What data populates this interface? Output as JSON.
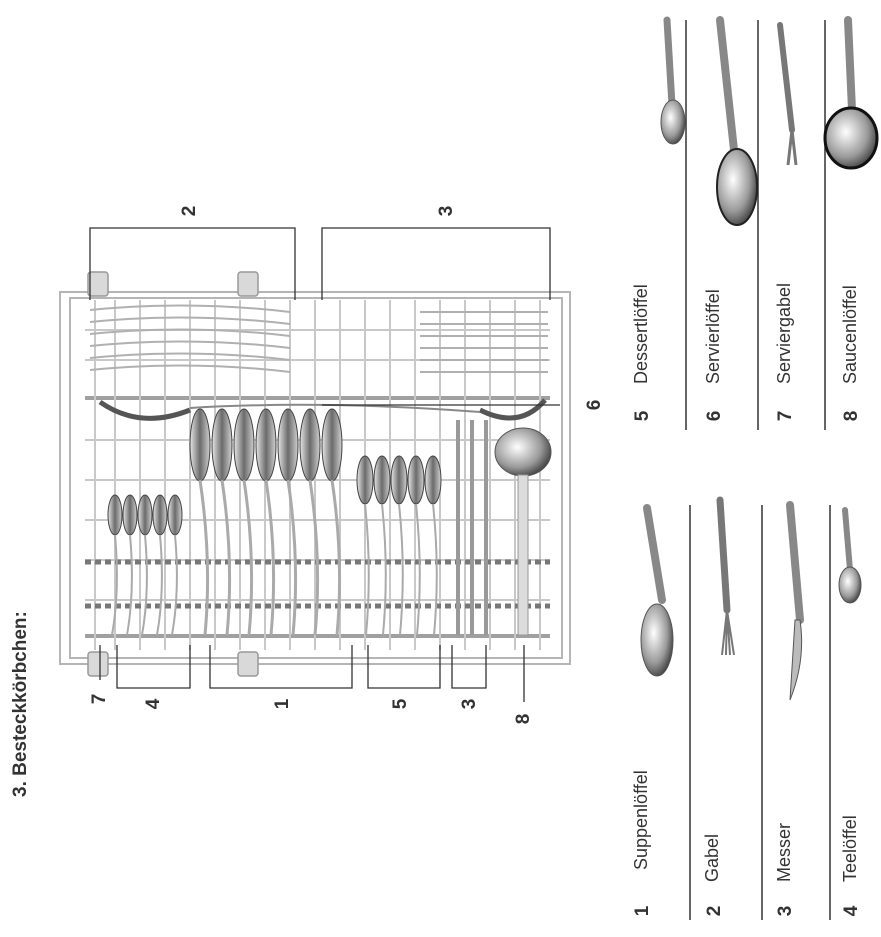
{
  "title": "3. Besteckkörbchen:",
  "callouts": {
    "c1": "1",
    "c2": "2",
    "c3": "3",
    "c3b": "3",
    "c4": "4",
    "c5": "5",
    "c6": "6",
    "c7": "7",
    "c8": "8"
  },
  "legend": [
    {
      "number": "1",
      "label": "Suppenlöffel",
      "icon": "soup-spoon-icon"
    },
    {
      "number": "2",
      "label": "Gabel",
      "icon": "fork-icon"
    },
    {
      "number": "3",
      "label": "Messer",
      "icon": "knife-icon"
    },
    {
      "number": "4",
      "label": "Teelöffel",
      "icon": "teaspoon-icon"
    },
    {
      "number": "5",
      "label": "Dessertlöffel",
      "icon": "dessert-spoon-icon"
    },
    {
      "number": "6",
      "label": "Servierlöffel",
      "icon": "serving-spoon-icon"
    },
    {
      "number": "7",
      "label": "Serviergabel",
      "icon": "serving-fork-icon"
    },
    {
      "number": "8",
      "label": "Saucenlöffel",
      "icon": "sauce-ladle-icon"
    }
  ],
  "colors": {
    "ink": "#333333",
    "metal": "#8a8a8a",
    "frame": "#b5b5b5"
  }
}
